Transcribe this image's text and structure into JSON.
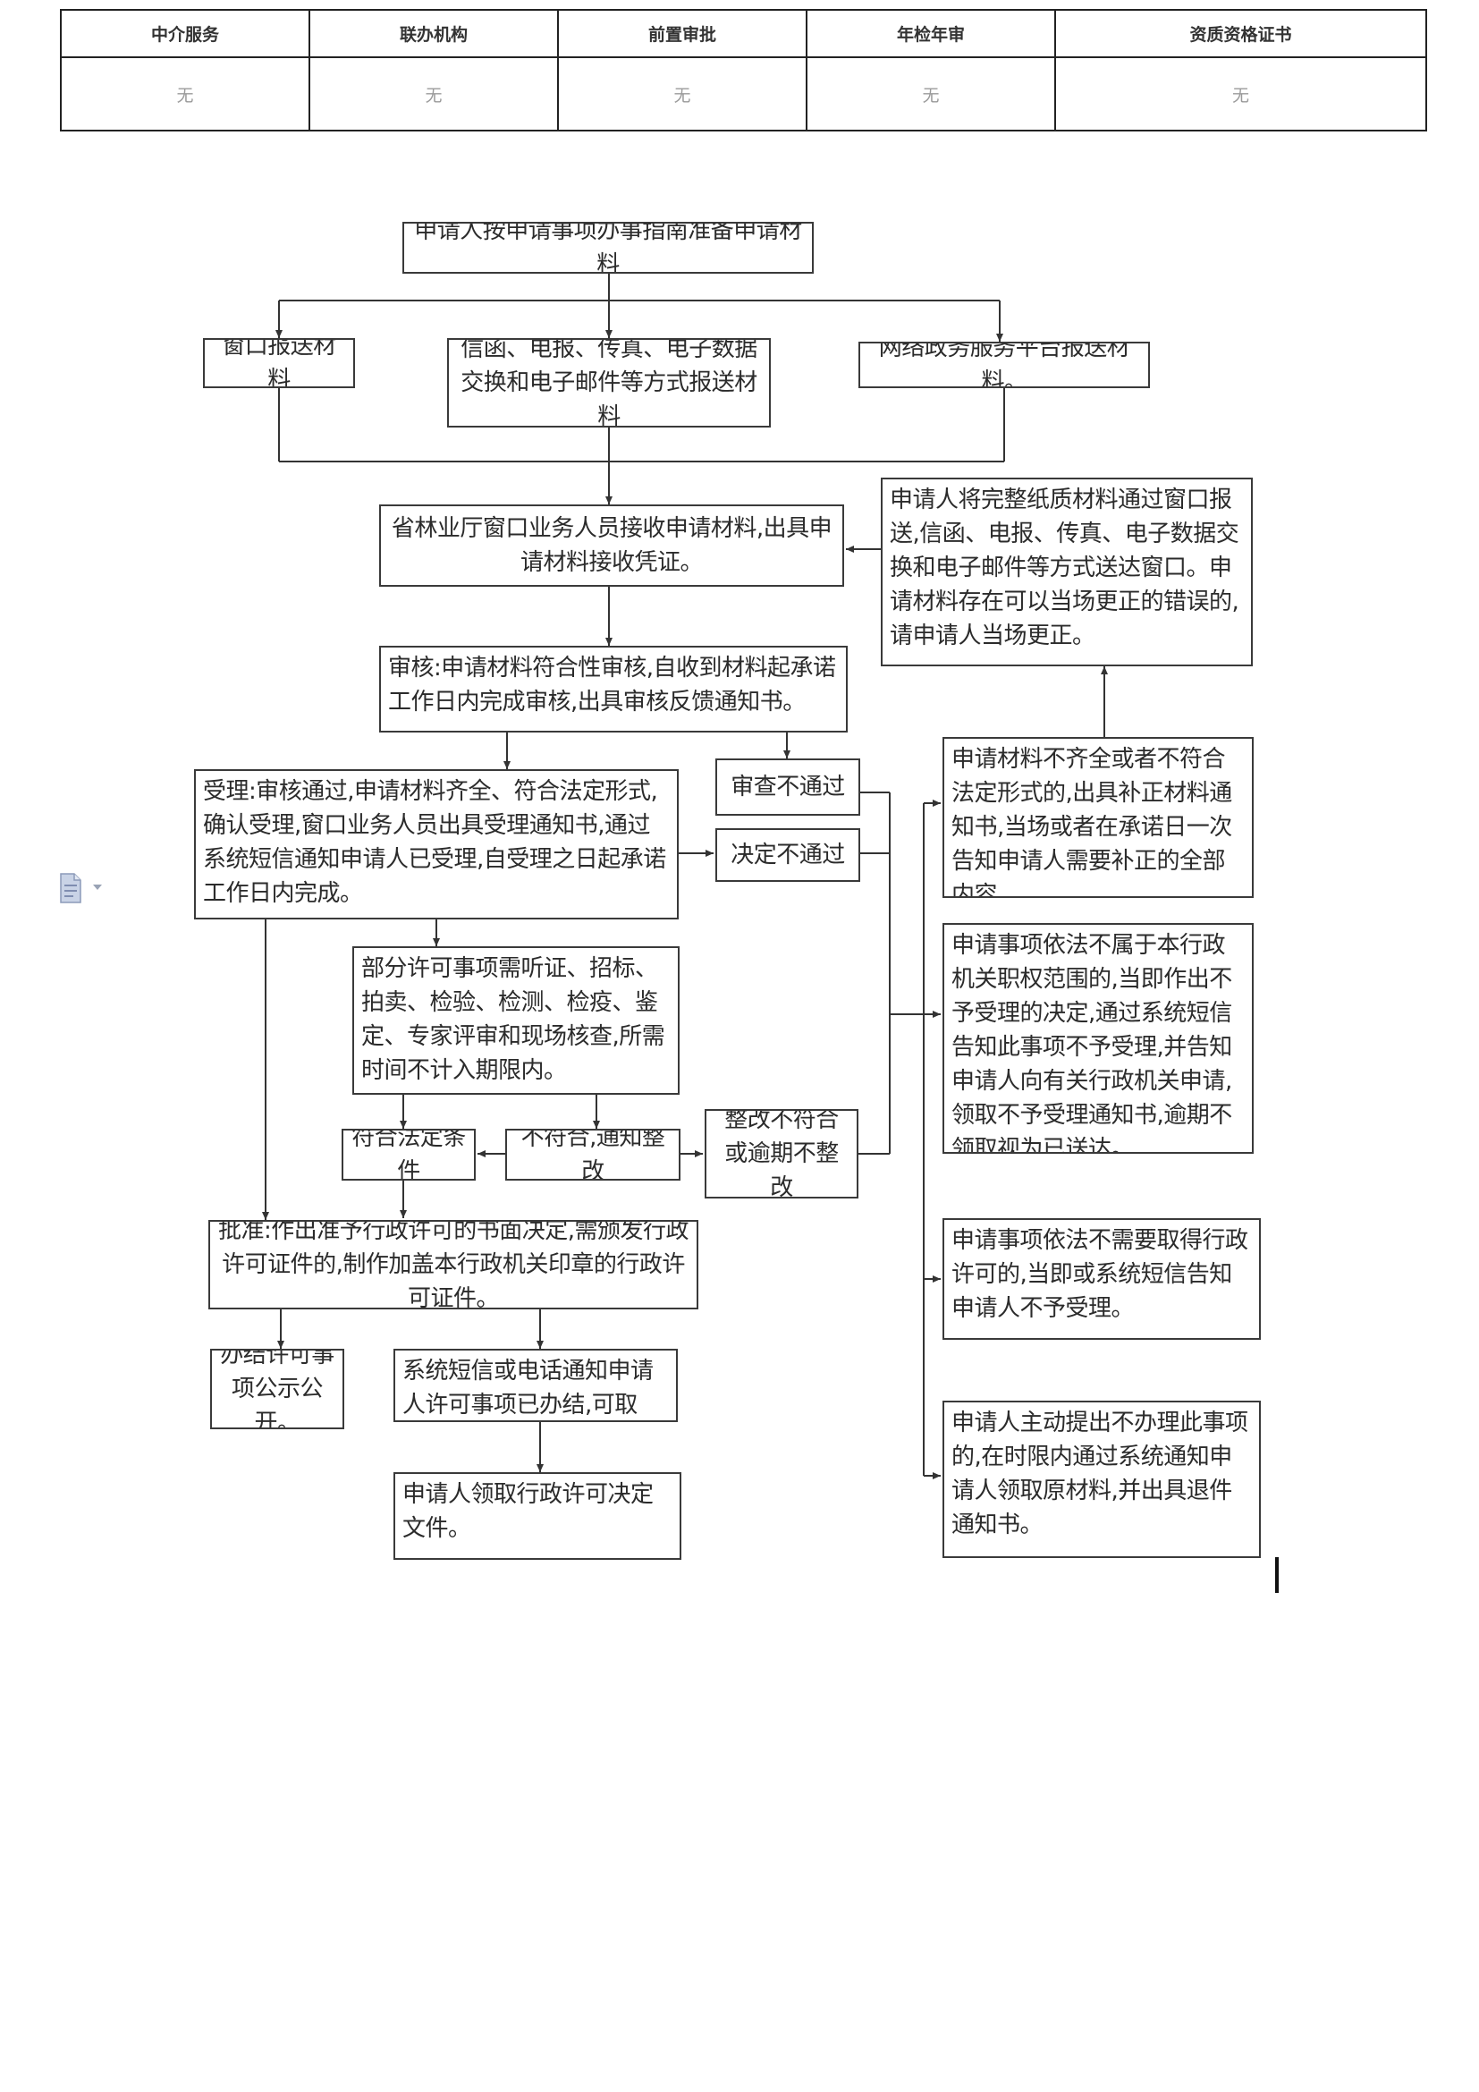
{
  "table": {
    "headers": [
      "中介服务",
      "联办机构",
      "前置审批",
      "年检年审",
      "资质资格证书"
    ],
    "values": [
      "无",
      "无",
      "无",
      "无",
      "无"
    ]
  },
  "flow": {
    "prepare": "申请人按申请事项办事指南准备申请材料",
    "window_submit": "窗口报送材料",
    "other_submit": "信函、电报、传真、电子数据交换和电子邮件等方式报送材料",
    "online_submit": "网络政务服务平台报送材料。",
    "receive": "省林业厅窗口业务人员接收申请材料,出具申请材料接收凭证。",
    "resubmit": "申请人将完整纸质材料通过窗口报送,信函、电报、传真、电子数据交换和电子邮件等方式送达窗口。申请材料存在可以当场更正的错误的,请申请人当场更正。",
    "review": "审核:申请材料符合性审核,自收到材料起承诺工作日内完成审核,出具审核反馈通知书。",
    "review_fail": "审查不通过",
    "accept": "受理:审核通过,申请材料齐全、符合法定形式,确认受理,窗口业务人员出具受理通知书,通过系统短信通知申请人已受理,自受理之日起承诺工作日内完成。",
    "decision_fail": "决定不通过",
    "incomplete": "申请材料不齐全或者不符合法定形式的,出具补正材料通知书,当场或者在承诺日一次告知申请人需要补正的全部内容。",
    "hearing": "部分许可事项需听证、招标、拍卖、检验、检测、检疫、鉴定、专家评审和现场核查,所需时间不计入期限内。",
    "not_in_scope": "申请事项依法不属于本行政机关职权范围的,当即作出不予受理的决定,通过系统短信告知此事项不予受理,并告知申请人向有关行政机关申请,领取不予受理通知书,逾期不领取视为已送达。",
    "qualified": "符合法定条件",
    "rectify": "不符合,通知整改",
    "rectify_fail": "整改不符合或逾期不整改",
    "approve": "批准:作出准予行政许可的书面决定,需颁发行政许可证件的,制作加盖本行政机关印章的行政许可证件。",
    "no_permit_needed": "申请事项依法不需要取得行政许可的,当即或系统短信告知申请人不予受理。",
    "publicize": "办结许可事项公示公开。",
    "notify_done": "系统短信或电话通知申请人许可事项已办结,可取件。",
    "withdraw": "申请人主动提出不办理此事项的,在时限内通过系统通知申请人领取原材料,并出具退件通知书。",
    "collect": "申请人领取行政许可决定文件。"
  }
}
